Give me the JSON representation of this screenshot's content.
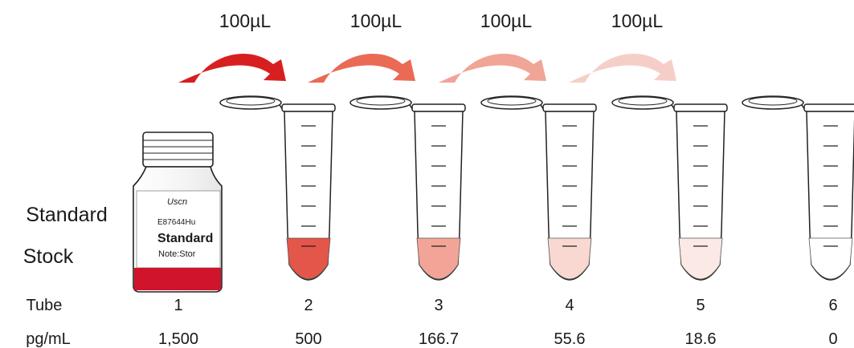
{
  "transfers": [
    {
      "label": "100µL",
      "color": "#d81f1f"
    },
    {
      "label": "100µL",
      "color": "#ea6a56"
    },
    {
      "label": "100µL",
      "color": "#f0a596"
    },
    {
      "label": "100µL",
      "color": "#f5cfc7"
    }
  ],
  "stock": {
    "label_line1": "Stock",
    "label_line2": "Standard",
    "bottle_brand": "Uscn",
    "bottle_code": "E87644Hu",
    "bottle_title": "Standard",
    "bottle_note": "Note:Stor",
    "band_color": "#d0142c"
  },
  "row_labels": {
    "tube": "Tube",
    "conc": "pg/mL"
  },
  "tubes": [
    {
      "number": "1",
      "conc": "1,500"
    },
    {
      "number": "2",
      "conc": "500",
      "liquid_color": "#e4564a"
    },
    {
      "number": "3",
      "conc": "166.7",
      "liquid_color": "#f2a597"
    },
    {
      "number": "4",
      "conc": "55.6",
      "liquid_color": "#f8d8d1"
    },
    {
      "number": "5",
      "conc": "18.6",
      "liquid_color": "#fbe9e5"
    },
    {
      "number": "6",
      "conc": "0",
      "liquid_color": "#ffffff"
    }
  ]
}
